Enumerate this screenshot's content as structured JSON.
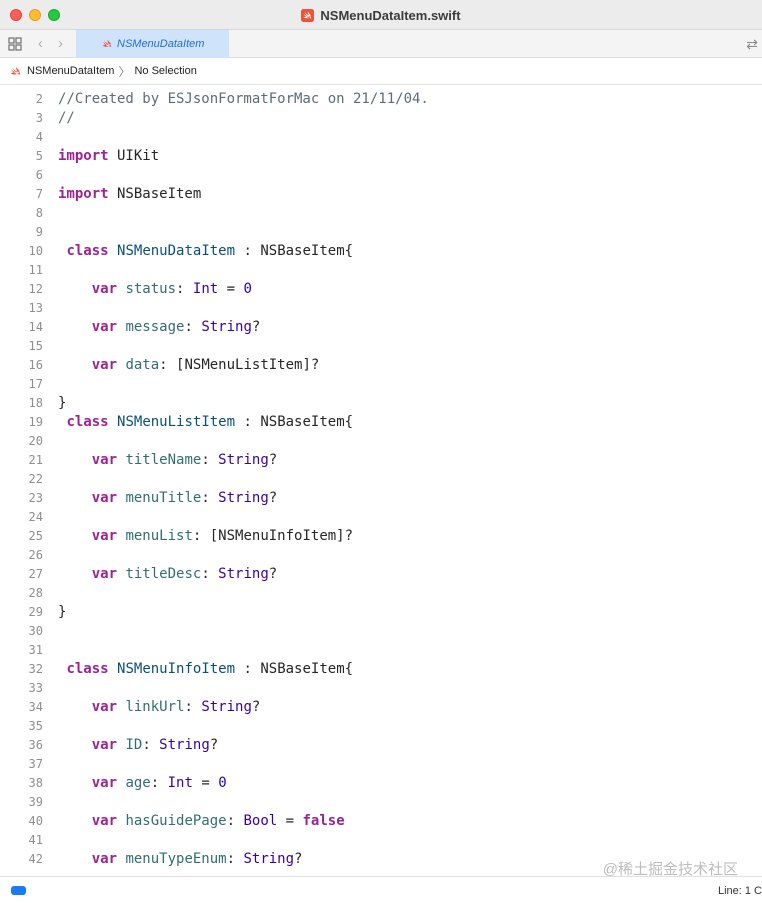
{
  "window": {
    "title": "NSMenuDataItem.swift"
  },
  "tab": {
    "label": "NSMenuDataItem"
  },
  "jumpbar": {
    "file": "NSMenuDataItem",
    "selection": "No Selection"
  },
  "status": {
    "line_info": "Line: 1  C"
  },
  "watermark": "@稀土掘金技术社区",
  "lines": [
    {
      "n": "2",
      "tokens": [
        [
          "cmt",
          "//Created by ESJsonFormatForMac on 21/11/04."
        ]
      ]
    },
    {
      "n": "3",
      "tokens": [
        [
          "cmt",
          "//"
        ]
      ]
    },
    {
      "n": "4",
      "tokens": []
    },
    {
      "n": "5",
      "tokens": [
        [
          "kw",
          "import"
        ],
        [
          "",
          " UIKit"
        ]
      ]
    },
    {
      "n": "6",
      "tokens": []
    },
    {
      "n": "7",
      "tokens": [
        [
          "kw",
          "import"
        ],
        [
          "",
          " NSBaseItem"
        ]
      ]
    },
    {
      "n": "8",
      "tokens": []
    },
    {
      "n": "9",
      "tokens": []
    },
    {
      "n": "10",
      "tokens": [
        [
          "",
          " "
        ],
        [
          "kw",
          "class"
        ],
        [
          "",
          " "
        ],
        [
          "cls",
          "NSMenuDataItem"
        ],
        [
          "",
          " : NSBaseItem{"
        ]
      ]
    },
    {
      "n": "11",
      "tokens": []
    },
    {
      "n": "12",
      "tokens": [
        [
          "",
          "    "
        ],
        [
          "kw",
          "var"
        ],
        [
          "",
          " "
        ],
        [
          "prop",
          "status"
        ],
        [
          "",
          ": "
        ],
        [
          "ty",
          "Int"
        ],
        [
          "",
          " = "
        ],
        [
          "num",
          "0"
        ]
      ]
    },
    {
      "n": "13",
      "tokens": []
    },
    {
      "n": "14",
      "tokens": [
        [
          "",
          "    "
        ],
        [
          "kw",
          "var"
        ],
        [
          "",
          " "
        ],
        [
          "prop",
          "message"
        ],
        [
          "",
          ": "
        ],
        [
          "ty",
          "String"
        ],
        [
          "",
          "?"
        ]
      ]
    },
    {
      "n": "15",
      "tokens": []
    },
    {
      "n": "16",
      "tokens": [
        [
          "",
          "    "
        ],
        [
          "kw",
          "var"
        ],
        [
          "",
          " "
        ],
        [
          "prop",
          "data"
        ],
        [
          "",
          ": [NSMenuListItem]?"
        ]
      ]
    },
    {
      "n": "17",
      "tokens": []
    },
    {
      "n": "18",
      "tokens": [
        [
          "",
          "}"
        ]
      ]
    },
    {
      "n": "19",
      "tokens": [
        [
          "",
          " "
        ],
        [
          "kw",
          "class"
        ],
        [
          "",
          " "
        ],
        [
          "cls",
          "NSMenuListItem"
        ],
        [
          "",
          " : NSBaseItem{"
        ]
      ]
    },
    {
      "n": "20",
      "tokens": []
    },
    {
      "n": "21",
      "tokens": [
        [
          "",
          "    "
        ],
        [
          "kw",
          "var"
        ],
        [
          "",
          " "
        ],
        [
          "prop",
          "titleName"
        ],
        [
          "",
          ": "
        ],
        [
          "ty",
          "String"
        ],
        [
          "",
          "?"
        ]
      ]
    },
    {
      "n": "22",
      "tokens": []
    },
    {
      "n": "23",
      "tokens": [
        [
          "",
          "    "
        ],
        [
          "kw",
          "var"
        ],
        [
          "",
          " "
        ],
        [
          "prop",
          "menuTitle"
        ],
        [
          "",
          ": "
        ],
        [
          "ty",
          "String"
        ],
        [
          "",
          "?"
        ]
      ]
    },
    {
      "n": "24",
      "tokens": []
    },
    {
      "n": "25",
      "tokens": [
        [
          "",
          "    "
        ],
        [
          "kw",
          "var"
        ],
        [
          "",
          " "
        ],
        [
          "prop",
          "menuList"
        ],
        [
          "",
          ": [NSMenuInfoItem]?"
        ]
      ]
    },
    {
      "n": "26",
      "tokens": []
    },
    {
      "n": "27",
      "tokens": [
        [
          "",
          "    "
        ],
        [
          "kw",
          "var"
        ],
        [
          "",
          " "
        ],
        [
          "prop",
          "titleDesc"
        ],
        [
          "",
          ": "
        ],
        [
          "ty",
          "String"
        ],
        [
          "",
          "?"
        ]
      ]
    },
    {
      "n": "28",
      "tokens": []
    },
    {
      "n": "29",
      "tokens": [
        [
          "",
          "}"
        ]
      ]
    },
    {
      "n": "30",
      "tokens": []
    },
    {
      "n": "31",
      "tokens": []
    },
    {
      "n": "32",
      "tokens": [
        [
          "",
          " "
        ],
        [
          "kw",
          "class"
        ],
        [
          "",
          " "
        ],
        [
          "cls",
          "NSMenuInfoItem"
        ],
        [
          "",
          " : NSBaseItem{"
        ]
      ]
    },
    {
      "n": "33",
      "tokens": []
    },
    {
      "n": "34",
      "tokens": [
        [
          "",
          "    "
        ],
        [
          "kw",
          "var"
        ],
        [
          "",
          " "
        ],
        [
          "prop",
          "linkUrl"
        ],
        [
          "",
          ": "
        ],
        [
          "ty",
          "String"
        ],
        [
          "",
          "?"
        ]
      ]
    },
    {
      "n": "35",
      "tokens": []
    },
    {
      "n": "36",
      "tokens": [
        [
          "",
          "    "
        ],
        [
          "kw",
          "var"
        ],
        [
          "",
          " "
        ],
        [
          "prop",
          "ID"
        ],
        [
          "",
          ": "
        ],
        [
          "ty",
          "String"
        ],
        [
          "",
          "?"
        ]
      ]
    },
    {
      "n": "37",
      "tokens": []
    },
    {
      "n": "38",
      "tokens": [
        [
          "",
          "    "
        ],
        [
          "kw",
          "var"
        ],
        [
          "",
          " "
        ],
        [
          "prop",
          "age"
        ],
        [
          "",
          ": "
        ],
        [
          "ty",
          "Int"
        ],
        [
          "",
          " = "
        ],
        [
          "num",
          "0"
        ]
      ]
    },
    {
      "n": "39",
      "tokens": []
    },
    {
      "n": "40",
      "tokens": [
        [
          "",
          "    "
        ],
        [
          "kw",
          "var"
        ],
        [
          "",
          " "
        ],
        [
          "prop",
          "hasGuidePage"
        ],
        [
          "",
          ": "
        ],
        [
          "ty",
          "Bool"
        ],
        [
          "",
          " = "
        ],
        [
          "kw",
          "false"
        ]
      ]
    },
    {
      "n": "41",
      "tokens": []
    },
    {
      "n": "42",
      "tokens": [
        [
          "",
          "    "
        ],
        [
          "kw",
          "var"
        ],
        [
          "",
          " "
        ],
        [
          "prop",
          "menuTypeEnum"
        ],
        [
          "",
          ": "
        ],
        [
          "ty",
          "String"
        ],
        [
          "",
          "?"
        ]
      ]
    }
  ]
}
